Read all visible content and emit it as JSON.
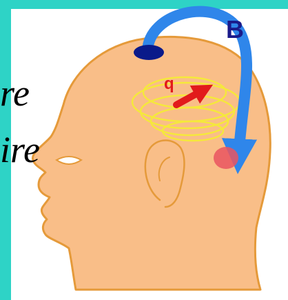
{
  "diagram": {
    "label_b": "B",
    "label_q": "q",
    "text_fragment_1": "re",
    "text_fragment_2": "ire"
  },
  "colors": {
    "left_strip": "#2ed3c6",
    "top_band": "#2ed3c6",
    "skin": "#f9be88",
    "outline": "#e59a3a",
    "field_arc": "#2f86ea",
    "current_loops": "#f5e93a",
    "dipole_arrow": "#e21b1b",
    "source_dot": "#0a1a8a",
    "sink_dot": "#ea5560",
    "label_b": "#1a1a8a",
    "label_q": "#e21b1b",
    "eye": "#ffffff"
  }
}
